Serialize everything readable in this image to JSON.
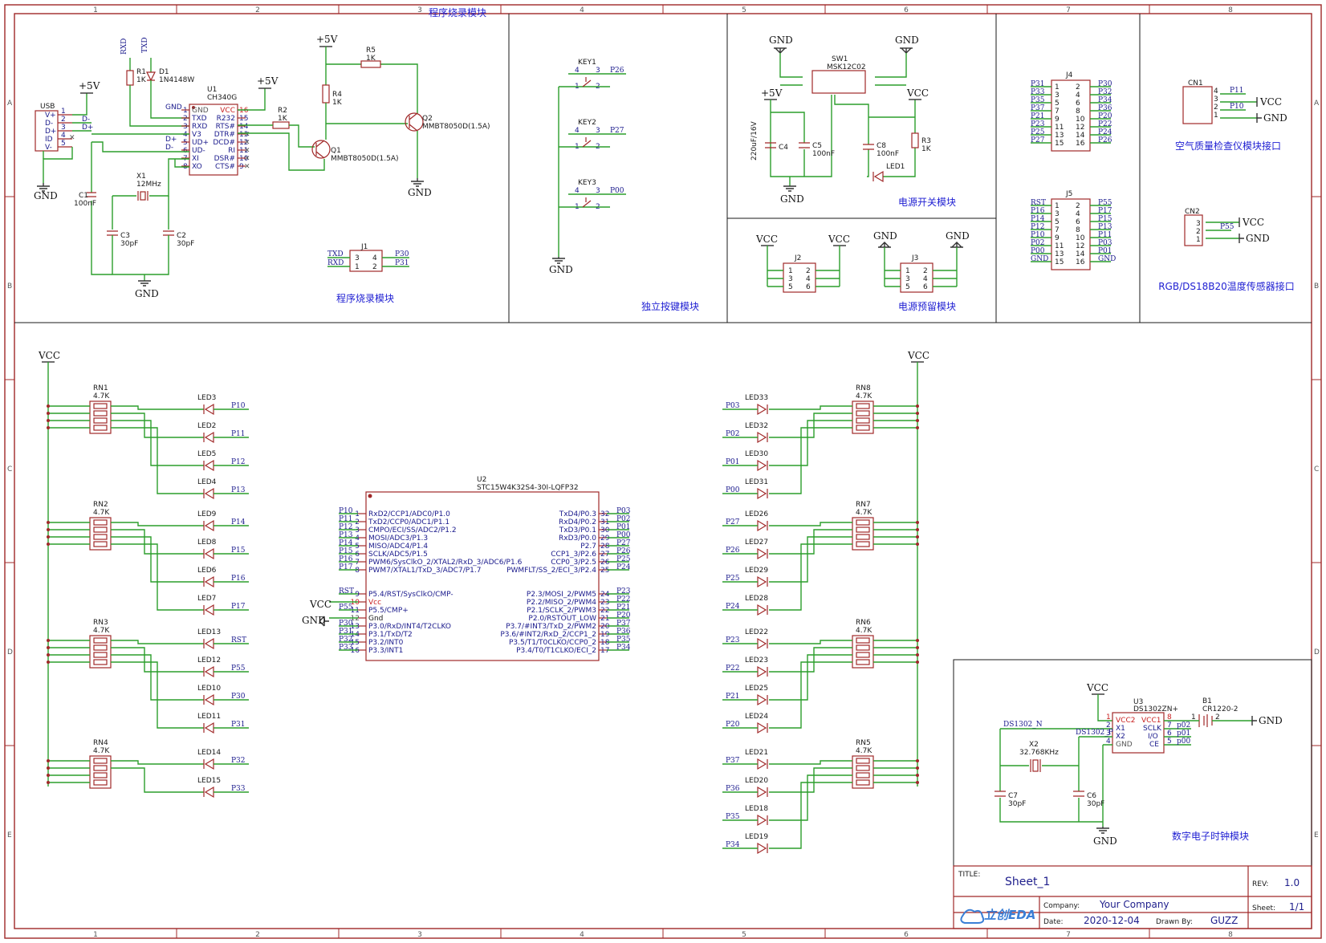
{
  "modules": {
    "program_header": "程序烧录模块",
    "program": "程序烧录模块",
    "keys": "独立按键模块",
    "power_switch": "电源开关模块",
    "power_reserve": "电源预留模块",
    "air_quality": "空气质量检查仪模块接口",
    "sensor": "RGB/DS18B20温度传感器接口",
    "clock": "数字电子时钟模块"
  },
  "ruler": {
    "columns": [
      "1",
      "2",
      "3",
      "4",
      "5",
      "6",
      "7",
      "8"
    ],
    "rows": [
      "A",
      "B",
      "C",
      "D",
      "E"
    ]
  },
  "power_labels": {
    "vcc": "VCC",
    "gnd": "GND",
    "p5v": "+5V"
  },
  "usb": {
    "name": "USB",
    "pins": [
      "V+",
      "D-",
      "D+",
      "ID",
      "V-"
    ],
    "nums": [
      "1",
      "2",
      "3",
      "4",
      "5"
    ],
    "nets": [
      "D-",
      "D+"
    ]
  },
  "u1": {
    "ref": "U1",
    "part": "CH340G",
    "left_pins": [
      "GND",
      "TXD",
      "RXD",
      "V3",
      "UD+",
      "UD-",
      "XI",
      "XO"
    ],
    "left_nums": [
      "1",
      "2",
      "3",
      "4",
      "5",
      "6",
      "7",
      "8"
    ],
    "right_pins": [
      "VCC",
      "R232",
      "RTS#",
      "DTR#",
      "DCD#",
      "RI",
      "DSR#",
      "CTS#"
    ],
    "right_nums": [
      "16",
      "15",
      "14",
      "13",
      "12",
      "11",
      "10",
      "9"
    ],
    "nets": [
      "GND",
      "D+",
      "D-"
    ]
  },
  "parts": {
    "r1": {
      "ref": "R1",
      "val": "1K"
    },
    "d1": {
      "ref": "D1",
      "val": "1N4148W"
    },
    "r2": {
      "ref": "R2",
      "val": "1K"
    },
    "r4": {
      "ref": "R4",
      "val": "1K"
    },
    "r5": {
      "ref": "R5",
      "val": "1K"
    },
    "q1": {
      "ref": "Q1",
      "val": "MMBT8050D(1.5A)"
    },
    "q2": {
      "ref": "Q2",
      "val": "MMBT8050D(1.5A)"
    },
    "c1": {
      "ref": "C1",
      "val": "100nF"
    },
    "x1": {
      "ref": "X1",
      "val": "12MHz"
    },
    "c2": {
      "ref": "C2",
      "val": "30pF"
    },
    "c3": {
      "ref": "C3",
      "val": "30pF"
    },
    "txd": "TXD",
    "rxd": "RXD"
  },
  "j1": {
    "ref": "J1",
    "left": [
      "TXD",
      "RXD"
    ],
    "right": [
      "P30",
      "P31"
    ],
    "pins": [
      "3",
      "1",
      "4",
      "2"
    ]
  },
  "keys": [
    {
      "ref": "KEY1",
      "net": "P26"
    },
    {
      "ref": "KEY2",
      "net": "P27"
    },
    {
      "ref": "KEY3",
      "net": "P00"
    }
  ],
  "key_pins": [
    "4",
    "3",
    "1",
    "2"
  ],
  "power": {
    "sw1": {
      "ref": "SW1",
      "val": "MSK12C02"
    },
    "c4": {
      "ref": "C4",
      "val": "220uF/16V"
    },
    "c5": {
      "ref": "C5",
      "val": "100nF"
    },
    "c8": {
      "ref": "C8",
      "val": "100nF"
    },
    "r3": {
      "ref": "R3",
      "val": "1K"
    },
    "led1": "LED1"
  },
  "j2": {
    "ref": "J2",
    "pins": [
      "1",
      "2",
      "3",
      "4",
      "5",
      "6"
    ]
  },
  "j3": {
    "ref": "J3",
    "pins": [
      "1",
      "2",
      "3",
      "4",
      "5",
      "6"
    ]
  },
  "j4": {
    "ref": "J4",
    "left": [
      "P31",
      "P33",
      "P35",
      "P37",
      "P21",
      "P23",
      "P25",
      "P27"
    ],
    "right": [
      "P30",
      "P32",
      "P34",
      "P36",
      "P20",
      "P22",
      "P24",
      "P26"
    ]
  },
  "j5": {
    "ref": "J5",
    "left": [
      "RST",
      "P16",
      "P14",
      "P12",
      "P10",
      "P02",
      "P00",
      "GND"
    ],
    "right": [
      "P55",
      "P17",
      "P15",
      "P13",
      "P11",
      "P03",
      "P01",
      "GND"
    ]
  },
  "header_pins_left": [
    "1",
    "3",
    "5",
    "7",
    "9",
    "11",
    "13",
    "15"
  ],
  "header_pins_right": [
    "2",
    "4",
    "6",
    "8",
    "10",
    "12",
    "14",
    "16"
  ],
  "cn1": {
    "ref": "CN1",
    "nets": [
      "P11",
      "VCC",
      "P10",
      "GND"
    ],
    "pins": [
      "4",
      "3",
      "2",
      "1"
    ]
  },
  "cn2": {
    "ref": "CN2",
    "nets": [
      "VCC",
      "P55",
      "GND"
    ],
    "pins": [
      "3",
      "2",
      "1"
    ]
  },
  "rn_left": [
    {
      "ref": "RN1",
      "val": "4.7K",
      "leds": [
        {
          "ref": "LED3",
          "net": "P10"
        },
        {
          "ref": "LED2",
          "net": "P11"
        },
        {
          "ref": "LED5",
          "net": "P12"
        },
        {
          "ref": "LED4",
          "net": "P13"
        }
      ]
    },
    {
      "ref": "RN2",
      "val": "4.7K",
      "leds": [
        {
          "ref": "LED9",
          "net": "P14"
        },
        {
          "ref": "LED8",
          "net": "P15"
        },
        {
          "ref": "LED6",
          "net": "P16"
        },
        {
          "ref": "LED7",
          "net": "P17"
        }
      ]
    },
    {
      "ref": "RN3",
      "val": "4.7K",
      "leds": [
        {
          "ref": "LED13",
          "net": "RST"
        },
        {
          "ref": "LED12",
          "net": "P55"
        },
        {
          "ref": "LED10",
          "net": "P30"
        },
        {
          "ref": "LED11",
          "net": "P31"
        }
      ]
    },
    {
      "ref": "RN4",
      "val": "4.7K",
      "leds": [
        {
          "ref": "LED14",
          "net": "P32"
        },
        {
          "ref": "LED15",
          "net": "P33"
        }
      ]
    }
  ],
  "rn_right": [
    {
      "ref": "RN8",
      "val": "4.7K",
      "leds": [
        {
          "ref": "LED33",
          "net": "P03"
        },
        {
          "ref": "LED32",
          "net": "P02"
        },
        {
          "ref": "LED30",
          "net": "P01"
        },
        {
          "ref": "LED31",
          "net": "P00"
        }
      ]
    },
    {
      "ref": "RN7",
      "val": "4.7K",
      "leds": [
        {
          "ref": "LED26",
          "net": "P27"
        },
        {
          "ref": "LED27",
          "net": "P26"
        },
        {
          "ref": "LED29",
          "net": "P25"
        },
        {
          "ref": "LED28",
          "net": "P24"
        }
      ]
    },
    {
      "ref": "RN6",
      "val": "4.7K",
      "leds": [
        {
          "ref": "LED22",
          "net": "P23"
        },
        {
          "ref": "LED23",
          "net": "P22"
        },
        {
          "ref": "LED25",
          "net": "P21"
        },
        {
          "ref": "LED24",
          "net": "P20"
        }
      ]
    },
    {
      "ref": "RN5",
      "val": "4.7K",
      "leds": [
        {
          "ref": "LED21",
          "net": "P37"
        },
        {
          "ref": "LED20",
          "net": "P36"
        },
        {
          "ref": "LED18",
          "net": "P35"
        },
        {
          "ref": "LED19",
          "net": "P34"
        }
      ]
    }
  ],
  "u2": {
    "ref": "U2",
    "part": "STC15W4K32S4-30I-LQFP32",
    "left_a": [
      {
        "num": "1",
        "net": "P10",
        "name": "RxD2/CCP1/ADC0/P1.0"
      },
      {
        "num": "2",
        "net": "P11",
        "name": "TxD2/CCP0/ADC1/P1.1"
      },
      {
        "num": "3",
        "net": "P12",
        "name": "CMPO/ECI/SS/ADC2/P1.2"
      },
      {
        "num": "4",
        "net": "P13",
        "name": "MOSI/ADC3/P1.3"
      },
      {
        "num": "5",
        "net": "P14",
        "name": "MISO/ADC4/P1.4"
      },
      {
        "num": "6",
        "net": "P15",
        "name": "SCLK/ADC5/P1.5"
      },
      {
        "num": "7",
        "net": "P16",
        "name": "PWM6/SysClkO_2/XTAL2/RxD_3/ADC6/P1.6"
      },
      {
        "num": "8",
        "net": "P17",
        "name": "PWM7/XTAL1/TxD_3/ADC7/P1.7"
      }
    ],
    "left_b": [
      {
        "num": "9",
        "net": "RST",
        "name": "P5.4/RST/SysClkO/CMP-"
      },
      {
        "num": "10",
        "net": "",
        "name": "Vcc"
      },
      {
        "num": "11",
        "net": "P55",
        "name": "P5.5/CMP+"
      },
      {
        "num": "12",
        "net": "",
        "name": "Gnd"
      },
      {
        "num": "13",
        "net": "P30",
        "name": "P3.0/RxD/INT4/T2CLKO"
      },
      {
        "num": "14",
        "net": "P31",
        "name": "P3.1/TxD/T2"
      },
      {
        "num": "15",
        "net": "P32",
        "name": "P3.2/INT0"
      },
      {
        "num": "16",
        "net": "P33",
        "name": "P3.3/INT1"
      }
    ],
    "right_a": [
      {
        "num": "32",
        "net": "P03",
        "name": "TxD4/P0.3"
      },
      {
        "num": "31",
        "net": "P02",
        "name": "RxD4/P0.2"
      },
      {
        "num": "30",
        "net": "P01",
        "name": "TxD3/P0.1"
      },
      {
        "num": "29",
        "net": "P00",
        "name": "RxD3/P0.0"
      },
      {
        "num": "28",
        "net": "P27",
        "name": "P2.7"
      },
      {
        "num": "27",
        "net": "P26",
        "name": "CCP1_3/P2.6"
      },
      {
        "num": "26",
        "net": "P25",
        "name": "CCP0_3/P2.5"
      },
      {
        "num": "25",
        "net": "P24",
        "name": "PWMFLT/SS_2/ECI_3/P2.4"
      }
    ],
    "right_b": [
      {
        "num": "24",
        "net": "P23",
        "name": "P2.3/MOSI_2/PWM5"
      },
      {
        "num": "23",
        "net": "P22",
        "name": "P2.2/MISO_2/PWM4"
      },
      {
        "num": "22",
        "net": "P21",
        "name": "P2.1/SCLK_2/PWM3"
      },
      {
        "num": "21",
        "net": "P20",
        "name": "P2.0/RSTOUT_LOW"
      },
      {
        "num": "20",
        "net": "P37",
        "name": "P3.7/#INT3/TxD_2/PWM2"
      },
      {
        "num": "19",
        "net": "P36",
        "name": "P3.6/#INT2/RxD_2/CCP1_2"
      },
      {
        "num": "18",
        "net": "P35",
        "name": "P3.5/T1/T0CLKO/CCP0_2"
      },
      {
        "num": "17",
        "net": "P34",
        "name": "P3.4/T0/T1CLKO/ECI_2"
      }
    ],
    "vcc": "VCC",
    "gnd": "GND"
  },
  "clock": {
    "u3": {
      "ref": "U3",
      "part": "DS1302ZN+",
      "left": [
        "VCC2",
        "X1",
        "X2",
        "GND"
      ],
      "left_nums": [
        "1",
        "2",
        "3",
        "4"
      ],
      "right": [
        "VCC1",
        "SCLK",
        "I/O",
        "CE"
      ],
      "right_nums": [
        "8",
        "7",
        "6",
        "5"
      ],
      "right_nets": [
        "",
        "p02",
        "p01",
        "p00"
      ]
    },
    "b1": {
      "ref": "B1",
      "val": "CR1220-2",
      "pins": [
        "1",
        "2"
      ]
    },
    "x2": {
      "ref": "X2",
      "val": "32.768KHz"
    },
    "c7": {
      "ref": "C7",
      "val": "30pF"
    },
    "c6": {
      "ref": "C6",
      "val": "30pF"
    },
    "net_n": "DS1302_N",
    "net_p": "DS1302_P"
  },
  "title_block": {
    "title_label": "TITLE:",
    "title": "Sheet_1",
    "rev_label": "REV:",
    "rev": "1.0",
    "company_label": "Company:",
    "company": "Your Company",
    "sheet_label": "Sheet:",
    "sheet": "1/1",
    "date_label": "Date:",
    "date": "2020-12-04",
    "drawn_label": "Drawn By:",
    "drawn": "GUZZ",
    "logo": "立创EDA"
  },
  "colors": {
    "wire": "#2c9e2c",
    "body": "#a02828",
    "net": "#1a1a8c",
    "pin_red": "#c81e1e",
    "module": "#1e1ed2"
  }
}
